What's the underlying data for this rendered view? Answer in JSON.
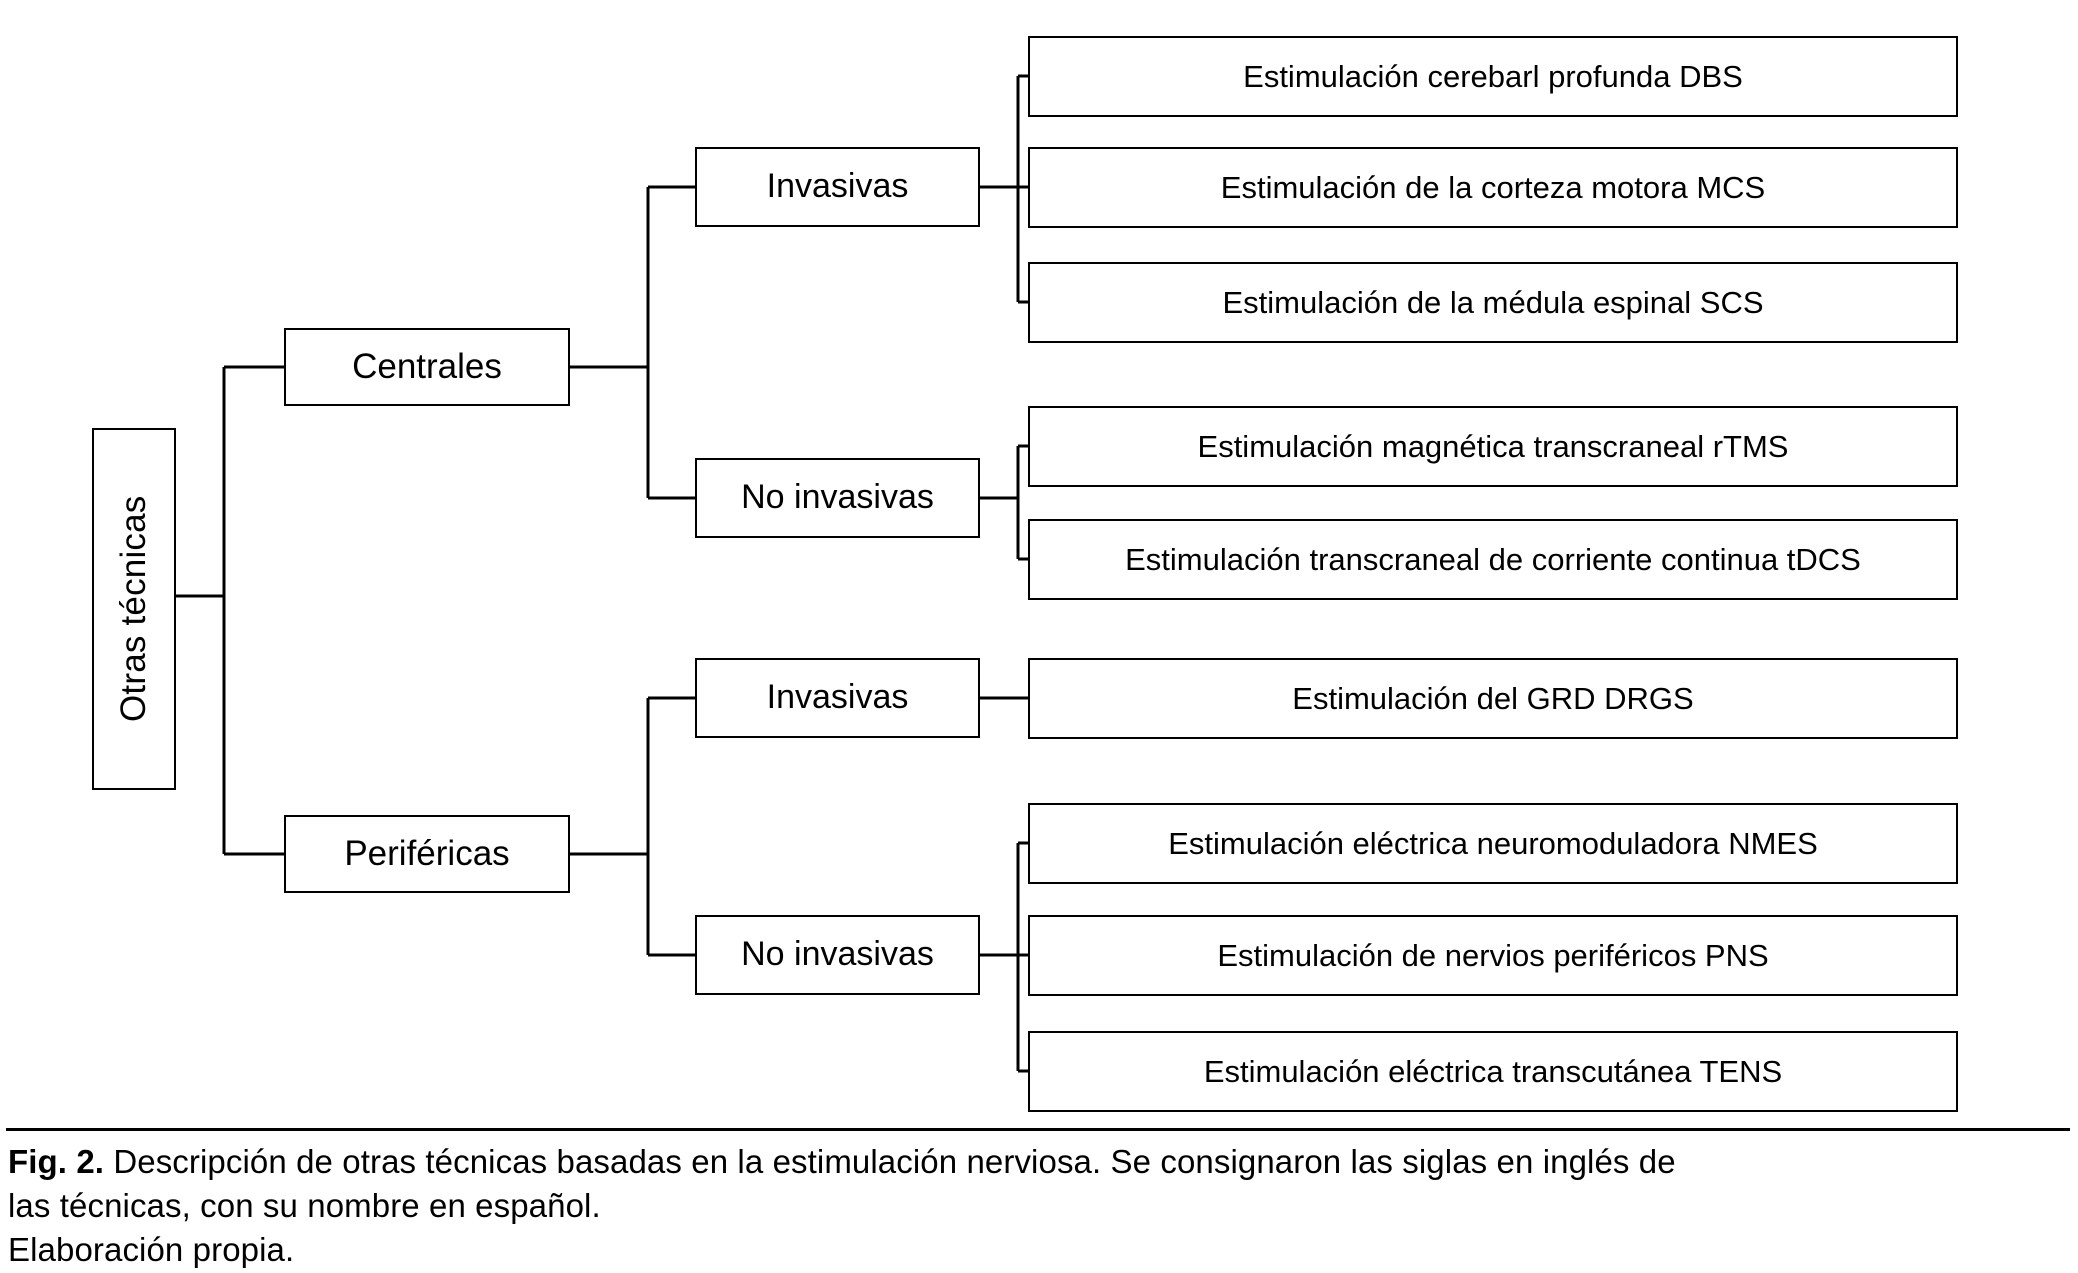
{
  "figure": {
    "root": {
      "label": "Otras técnicas"
    },
    "branches": [
      {
        "label": "Centrales",
        "kinds": [
          {
            "label": "Invasivas",
            "leaves": [
              "Estimulación cerebarl profunda DBS",
              "Estimulación de la corteza motora MCS",
              "Estimulación de la médula espinal SCS"
            ]
          },
          {
            "label": "No invasivas",
            "leaves": [
              "Estimulación magnética transcraneal rTMS",
              "Estimulación transcraneal de corriente continua tDCS"
            ]
          }
        ]
      },
      {
        "label": "Periféricas",
        "kinds": [
          {
            "label": "Invasivas",
            "leaves": [
              "Estimulación del GRD DRGS"
            ]
          },
          {
            "label": "No invasivas",
            "leaves": [
              "Estimulación eléctrica neuromoduladora NMES",
              "Estimulación de nervios periféricos PNS",
              "Estimulación eléctrica transcutánea TENS"
            ]
          }
        ]
      }
    ]
  },
  "caption": {
    "figure_number": "Fig. 2.",
    "line1": " Descripción de otras técnicas basadas en la estimulación nerviosa. Se consignaron las siglas en inglés de",
    "line2": "las técnicas, con su nombre en español.",
    "line3": "Elaboración propia."
  },
  "colors": {
    "stroke": "#000000",
    "background": "#ffffff",
    "text": "#000000"
  }
}
